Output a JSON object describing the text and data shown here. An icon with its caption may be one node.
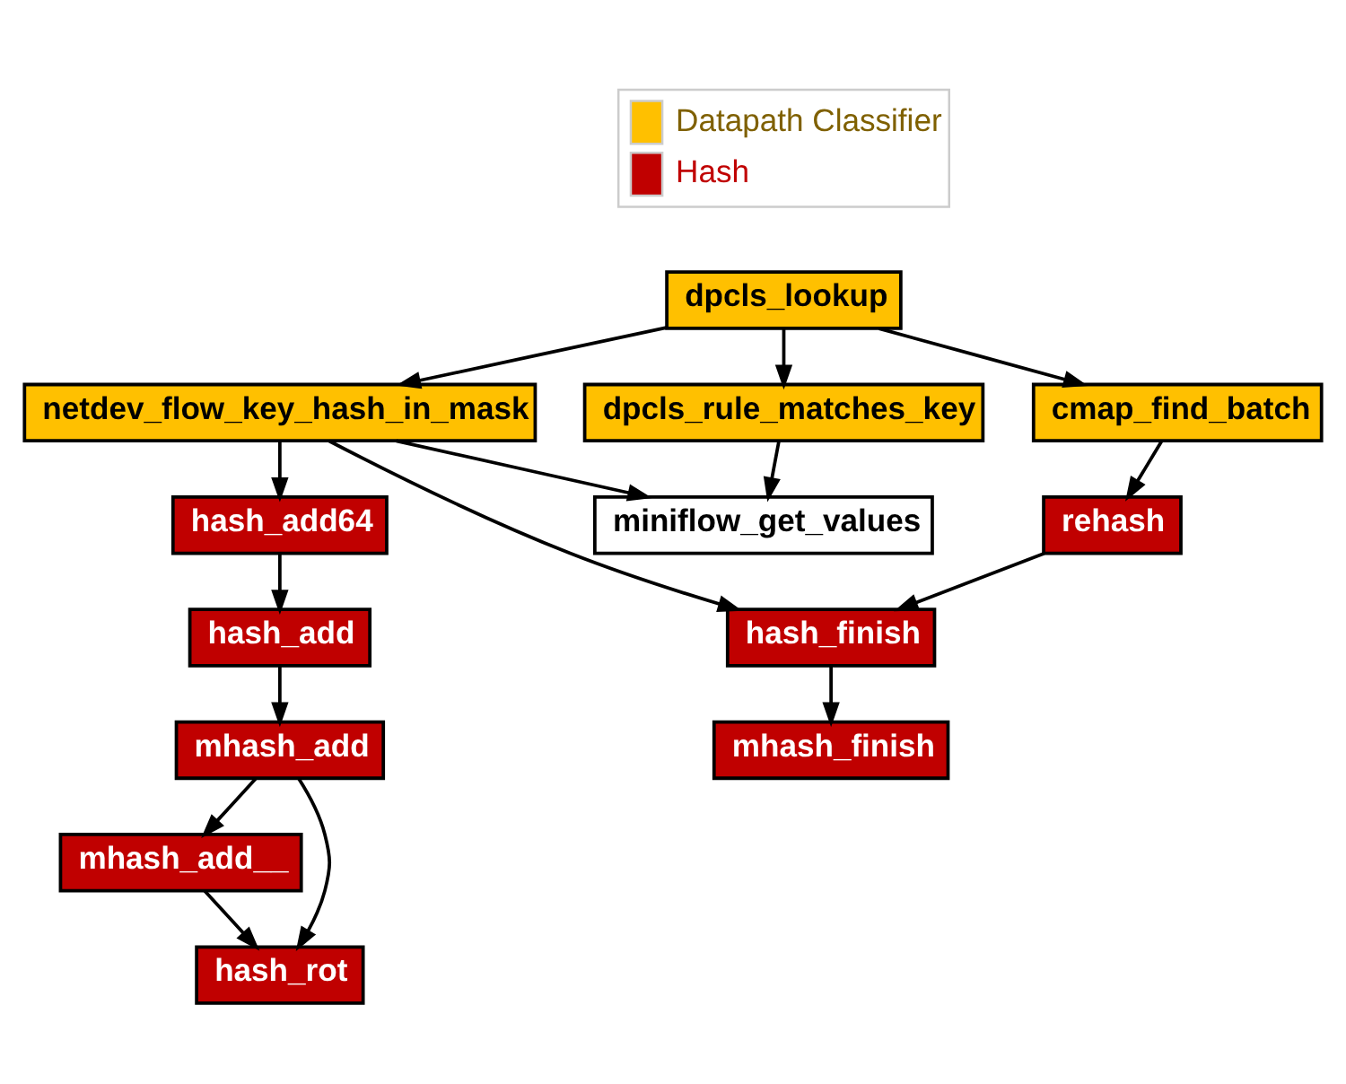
{
  "diagram": {
    "nodes": [
      {
        "text": [
          "dpcls_lookup"
        ]
      },
      {
        "text": [
          "netdev_flow_key_hash_in_mask"
        ]
      },
      {
        "text": [
          "cmap_find_batch"
        ]
      },
      {
        "text": [
          "dpcls_rule_matches_key"
        ]
      },
      {
        "text": [
          "rehash"
        ]
      },
      {
        "text": [
          "hash_add64"
        ]
      },
      {
        "text": [
          "hash_finish"
        ]
      },
      {
        "text": [
          "hash_add"
        ]
      },
      {
        "text": [
          "mhash_finish"
        ]
      },
      {
        "text": [
          "mhash_add"
        ]
      },
      {
        "text": [
          "mhash_add__"
        ]
      },
      {
        "text": [
          "miniflow_get_values"
        ]
      },
      {
        "text": [
          "hash_rot"
        ]
      }
    ],
    "edges": [
      {
        "from": 0,
        "to": 1,
        "arrow": "to"
      },
      {
        "from": 0,
        "to": 2,
        "arrow": "to"
      },
      {
        "from": 0,
        "to": 3,
        "arrow": "to"
      },
      {
        "from": 1,
        "to": 5,
        "arrow": "to"
      },
      {
        "from": 1,
        "to": 6,
        "arrow": "to"
      },
      {
        "from": 1,
        "to": 11,
        "arrow": "to"
      },
      {
        "from": 2,
        "to": 4,
        "arrow": "to"
      },
      {
        "from": 4,
        "to": 6,
        "arrow": "to"
      },
      {
        "from": 6,
        "to": 8,
        "arrow": "to"
      },
      {
        "from": 3,
        "to": 11,
        "arrow": "to"
      },
      {
        "from": 5,
        "to": 7,
        "arrow": "to"
      },
      {
        "from": 7,
        "to": 9,
        "arrow": "to"
      },
      {
        "from": 9,
        "to": 10,
        "arrow": "to"
      },
      {
        "from": 9,
        "to": 12,
        "arrow": "to"
      },
      {
        "from": 10,
        "to": 12,
        "arrow": "to"
      }
    ],
    "legend": [
      {
        "text": "Datapath Classifier",
        "color": "#ffc000"
      },
      {
        "text": "Hash",
        "color": "#c00000"
      }
    ]
  }
}
